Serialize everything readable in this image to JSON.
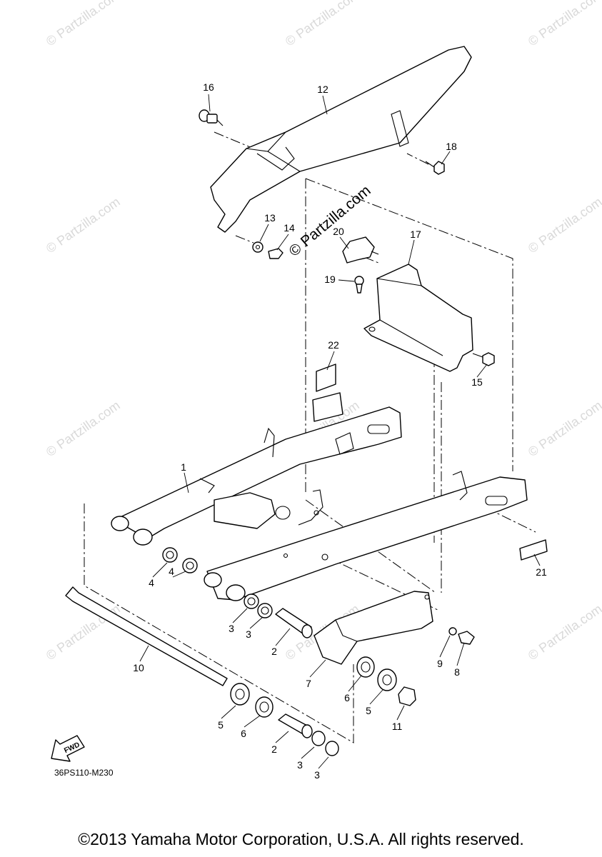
{
  "watermark_text": "© Partzilla.com",
  "main_watermark": "© Partzilla.com",
  "diagram_code": "36PS110-M230",
  "fwd_label": "FWD",
  "copyright": "©2013 Yamaha Motor Corporation, U.S.A. All rights reserved.",
  "callouts": {
    "c1": "1",
    "c2a": "2",
    "c2b": "2",
    "c3a": "3",
    "c3b": "3",
    "c3c": "3",
    "c3d": "3",
    "c4a": "4",
    "c4b": "4",
    "c5a": "5",
    "c5b": "5",
    "c6a": "6",
    "c6b": "6",
    "c7": "7",
    "c8": "8",
    "c9": "9",
    "c10": "10",
    "c11": "11",
    "c12": "12",
    "c13": "13",
    "c14": "14",
    "c15": "15",
    "c16": "16",
    "c17": "17",
    "c18": "18",
    "c19": "19",
    "c20": "20",
    "c21": "21",
    "c22": "22"
  }
}
